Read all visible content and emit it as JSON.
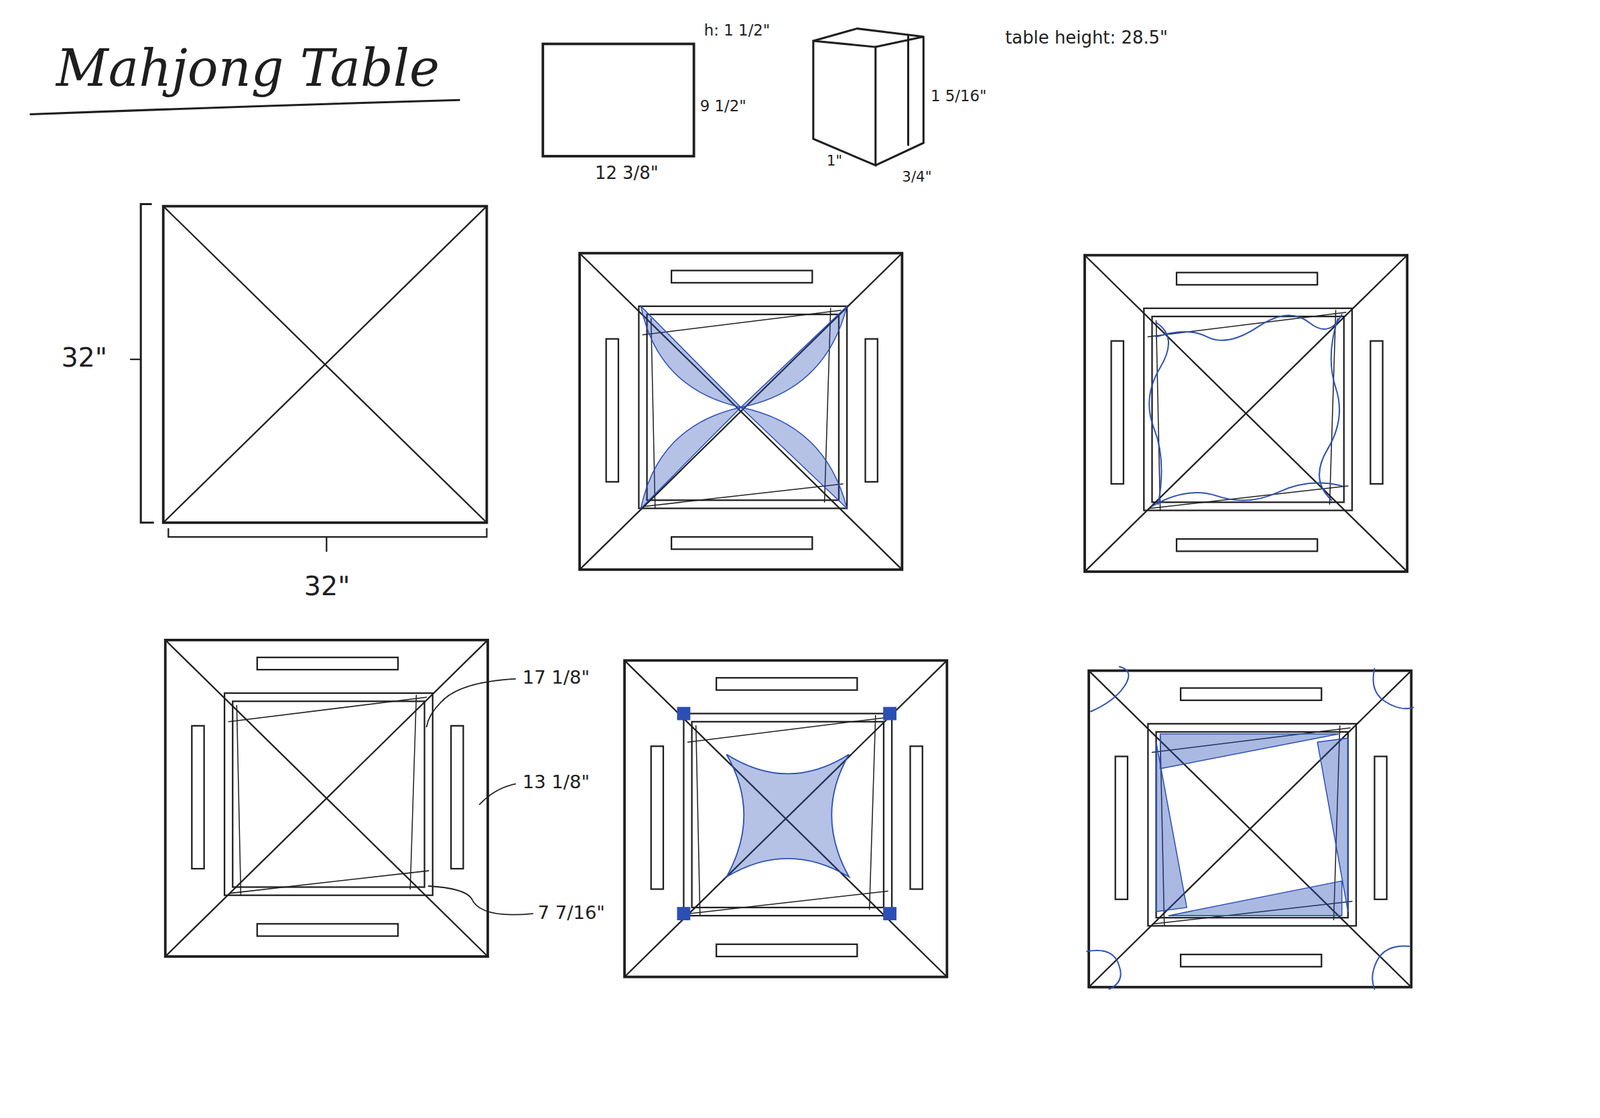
{
  "diagram": {
    "title": "Mahjong Table",
    "labels": [
      "h: 1 1/2\"",
      "9 1/2\"",
      "12 3/8\"",
      "1 5/16\"",
      "1\"",
      "3/4\"",
      "table height: 28.5\"",
      "32\"",
      "32\"",
      "17 1/8\"",
      "13 1/8\"",
      "7 7/16\""
    ]
  }
}
